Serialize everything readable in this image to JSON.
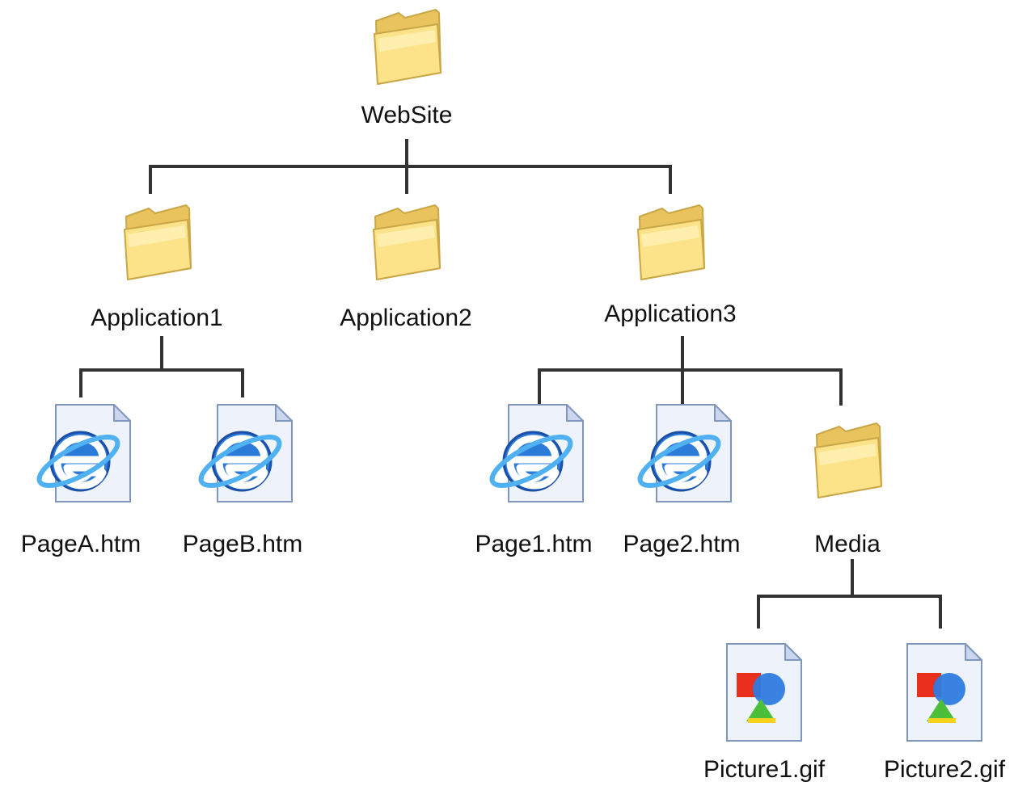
{
  "colors": {
    "connector": "#333333",
    "folder_fill": "#FCE289",
    "folder_edge": "#C9A646",
    "folder_front": "#FFEFAA",
    "doc_fill": "#EEF3FB",
    "doc_edge": "#8096BC",
    "ie_blue": "#2C7BD9",
    "ie_dark": "#1A4FA8",
    "gif_red": "#E8301C",
    "gif_blue": "#2F7BE0",
    "gif_green": "#4CBF3A",
    "gif_yellow": "#F5D21C"
  },
  "tree": {
    "root": {
      "id": "website",
      "label": "WebSite",
      "icon": "folder-icon"
    },
    "apps": [
      {
        "id": "application1",
        "label": "Application1",
        "icon": "folder-icon"
      },
      {
        "id": "application2",
        "label": "Application2",
        "icon": "folder-icon"
      },
      {
        "id": "application3",
        "label": "Application3",
        "icon": "folder-icon"
      }
    ],
    "app1_children": [
      {
        "id": "pagea",
        "label": "PageA.htm",
        "icon": "ie-document-icon"
      },
      {
        "id": "pageb",
        "label": "PageB.htm",
        "icon": "ie-document-icon"
      }
    ],
    "app3_children": [
      {
        "id": "page1",
        "label": "Page1.htm",
        "icon": "ie-document-icon"
      },
      {
        "id": "page2",
        "label": "Page2.htm",
        "icon": "ie-document-icon"
      },
      {
        "id": "media",
        "label": "Media",
        "icon": "folder-icon"
      }
    ],
    "media_children": [
      {
        "id": "picture1",
        "label": "Picture1.gif",
        "icon": "gif-image-icon"
      },
      {
        "id": "picture2",
        "label": "Picture2.gif",
        "icon": "gif-image-icon"
      }
    ]
  }
}
